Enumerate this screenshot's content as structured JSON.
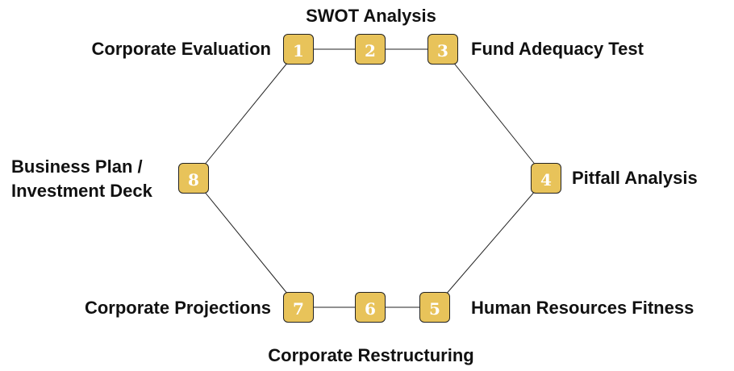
{
  "colors": {
    "box_fill": "#e8c35a",
    "box_border": "#222222",
    "number_text": "#ffffff",
    "label_text": "#111111",
    "connector": "#222222"
  },
  "steps": [
    {
      "number": "1",
      "label": "Corporate Evaluation"
    },
    {
      "number": "2",
      "label": "SWOT Analysis"
    },
    {
      "number": "3",
      "label": "Fund Adequacy Test"
    },
    {
      "number": "4",
      "label": "Pitfall Analysis"
    },
    {
      "number": "5",
      "label": "Human Resources Fitness"
    },
    {
      "number": "6",
      "label": "Corporate Restructuring"
    },
    {
      "number": "7",
      "label": "Corporate Projections"
    },
    {
      "number": "8",
      "label_line1": "Business Plan /",
      "label_line2": "Investment Deck"
    }
  ]
}
